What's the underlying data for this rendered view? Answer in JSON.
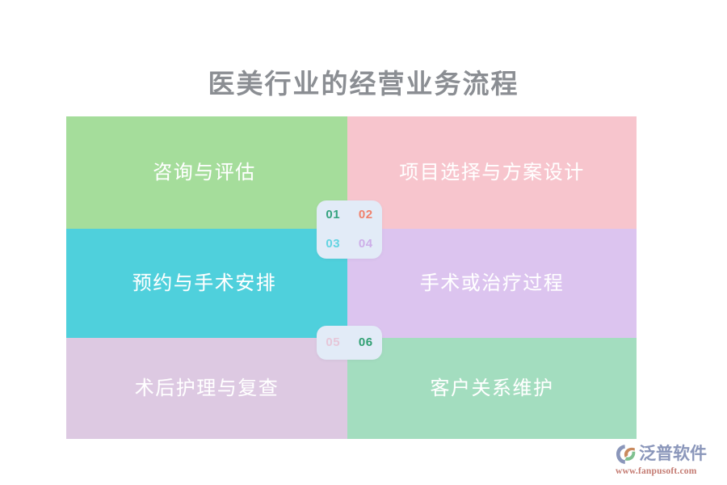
{
  "page": {
    "background_color": "#ffffff",
    "title": "医美行业的经营业务流程",
    "title_color": "#8b8e93"
  },
  "chart_data": {
    "type": "table",
    "title": "医美行业的经营业务流程",
    "layout": "2-column x 3-row process grid with overlapping number-key badges",
    "categories": [
      "咨询与评估",
      "项目选择与方案设计",
      "预约与手术安排",
      "手术或治疗过程",
      "术后护理与复查",
      "客户关系维护"
    ],
    "values": [
      1,
      2,
      3,
      4,
      5,
      6
    ]
  },
  "grid": {
    "cells": [
      {
        "number": "01",
        "label": "咨询与评估",
        "color": "#a5dd9b",
        "text_color": "#ffffff"
      },
      {
        "number": "02",
        "label": "项目选择与方案设计",
        "color": "#f7c5cd",
        "text_color": "#ffffff"
      },
      {
        "number": "03",
        "label": "预约与手术安排",
        "color": "#4fd0dc",
        "text_color": "#ffffff"
      },
      {
        "number": "04",
        "label": "手术或治疗过程",
        "color": "#dcc4ef",
        "text_color": "#ffffff"
      },
      {
        "number": "05",
        "label": "术后护理与复查",
        "color": "#ddc9e2",
        "text_color": "#ffffff"
      },
      {
        "number": "06",
        "label": "客户关系维护",
        "color": "#a3ddbf",
        "text_color": "#ffffff"
      }
    ]
  },
  "badges": {
    "top": {
      "background": "#e2ebf7",
      "numbers": [
        {
          "text": "01",
          "color": "#35a37f"
        },
        {
          "text": "02",
          "color": "#f0816c"
        },
        {
          "text": "03",
          "color": "#63d4e2"
        },
        {
          "text": "04",
          "color": "#cdaee8"
        }
      ]
    },
    "bottom": {
      "background": "#e2ebf7",
      "numbers": [
        {
          "text": "05",
          "color": "#e6c6d8"
        },
        {
          "text": "06",
          "color": "#2f9f72"
        }
      ]
    }
  },
  "logo": {
    "name": "泛普软件",
    "url": "www.fanpusoft.com",
    "name_color": "#8a96ba",
    "url_color": "#c47b72",
    "mark_colors": {
      "left": "#8a96ba",
      "swirl_warm": "#c98a5e",
      "swirl_cool": "#7fc08f"
    }
  }
}
